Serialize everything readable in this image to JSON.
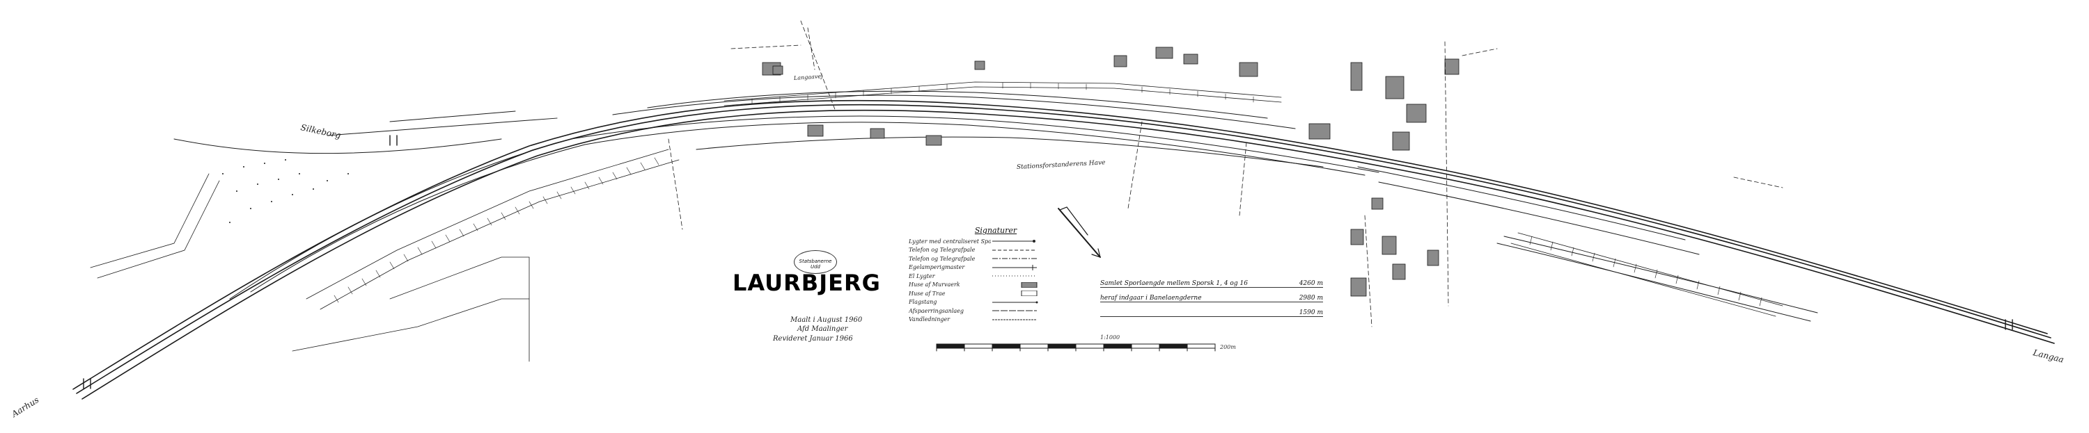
{
  "map": {
    "station_name": "LAURBJERG",
    "stamp_text": "Statsbanerne Udd",
    "survey_notes": [
      "Maalt i August 1960",
      "Afd Maalinger",
      "Revideret Januar 1966"
    ],
    "place_labels": {
      "west_upper": "Silkeborg",
      "west_lower": "Aarhus",
      "east": "Langaa"
    },
    "street_labels": [
      "Stationsforstanderens Have",
      "Langaavej"
    ],
    "colors": {
      "ink": "#1a1a1a",
      "paper": "#ffffff",
      "building": "#8a8a8a"
    }
  },
  "legend": {
    "title": "Signaturer",
    "items": [
      {
        "label": "Lygter med centraliseret Sporsk.",
        "symbol": "lamp-line-icon"
      },
      {
        "label": "Telefon og Telegrafpale",
        "symbol": "dashed-line-icon"
      },
      {
        "label": "Telefon og Telegrafpale",
        "symbol": "dash-dot-line-icon"
      },
      {
        "label": "Egelamperigmaster",
        "symbol": "post-line-icon"
      },
      {
        "label": "El Lygter",
        "symbol": "dot-line-icon"
      },
      {
        "label": "Huse af Murvaerk",
        "symbol": "brick-house-icon"
      },
      {
        "label": "Huse af Trae",
        "symbol": "wood-house-icon"
      },
      {
        "label": "Flagstang",
        "symbol": "flag-line-icon"
      },
      {
        "label": "Afspaerringsanlaeg",
        "symbol": "fence-line-icon"
      },
      {
        "label": "Vandledninger",
        "symbol": "water-line-icon"
      }
    ]
  },
  "lengths": {
    "rows": [
      {
        "label": "Samlet Sporlaengde mellem Sporsk 1, 4 og 16",
        "value": "4260 m"
      },
      {
        "label": "heraf indgaar i Banelaengderne",
        "value": "2980 m"
      },
      {
        "label": "",
        "value": "1590 m"
      }
    ]
  },
  "scale": {
    "label": "1:1000",
    "end_label": "200m"
  },
  "north_arrow": {
    "symbol": "north-arrow-icon"
  }
}
